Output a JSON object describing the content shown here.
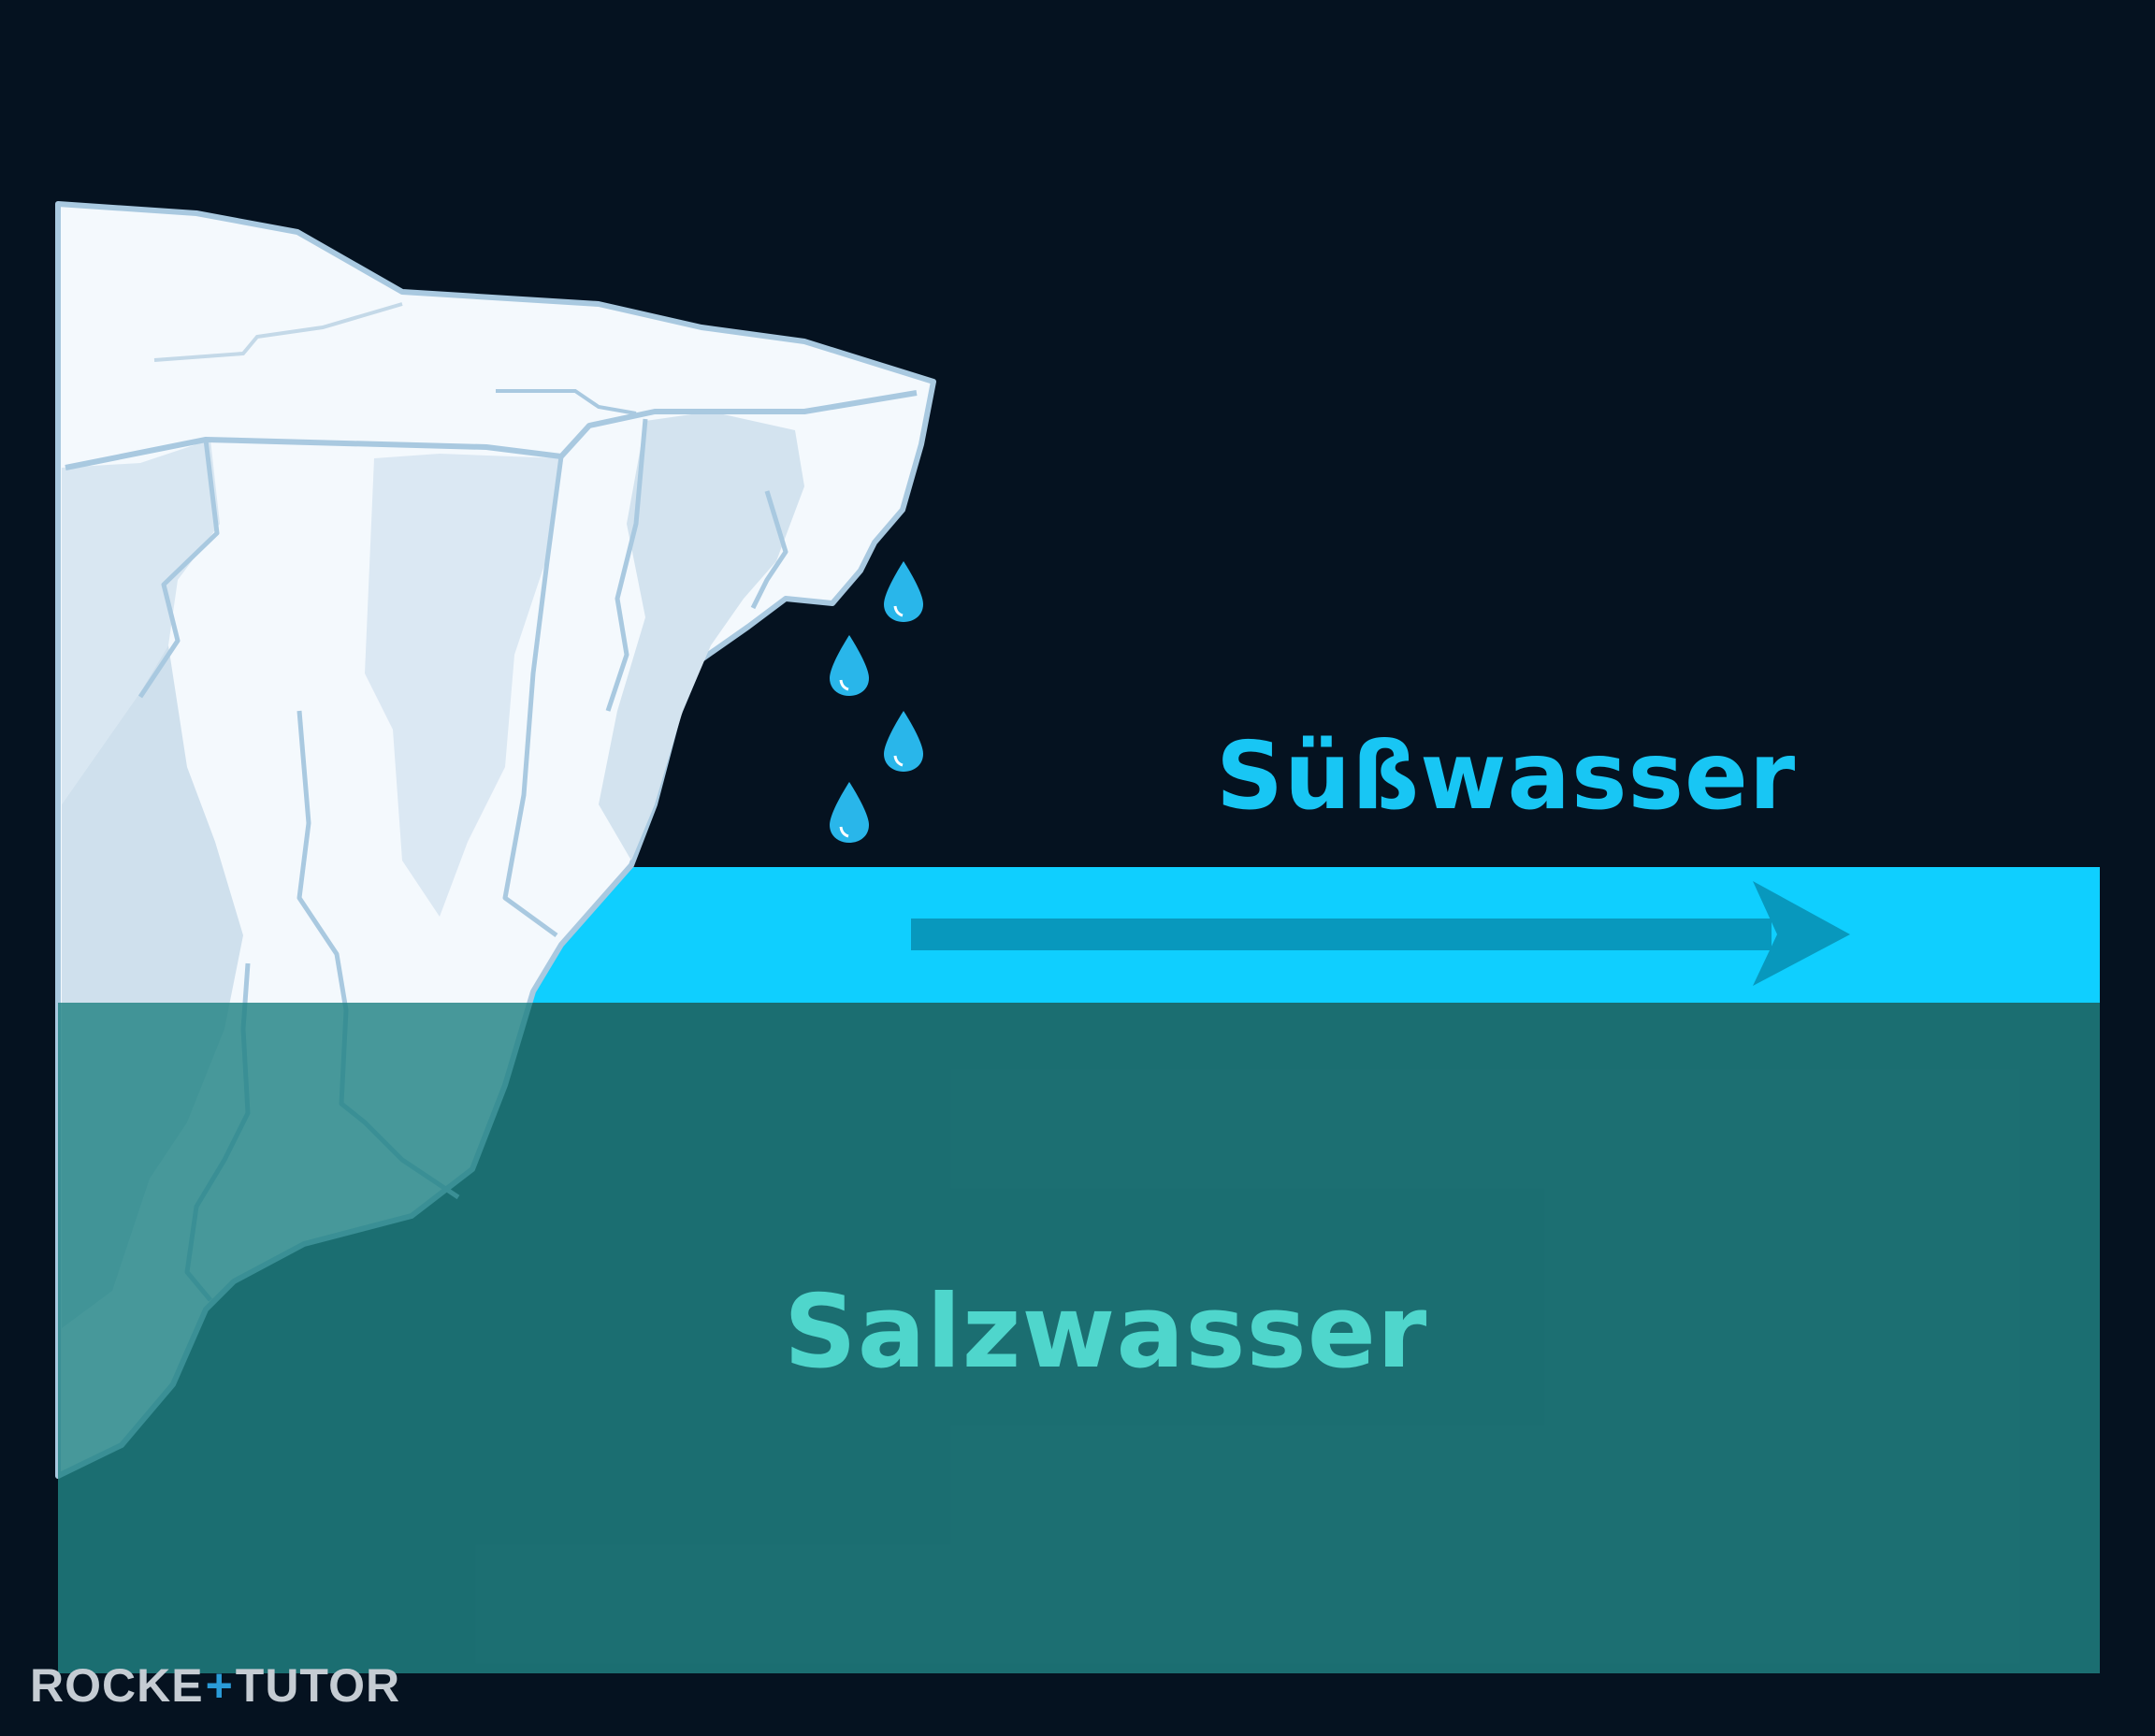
{
  "labels": {
    "freshwater": "Süßwasser",
    "saltwater": "Salzwasser"
  },
  "watermark": {
    "left": "ROCKE",
    "plus": "+",
    "right": "TUTOR"
  },
  "colors": {
    "background": "#051220",
    "freshwater_layer": "#0fcfff",
    "saltwater_body": "#218384",
    "flow_arrow": "#0898bd",
    "freshwater_text": "#18c6f4",
    "saltwater_text": "#4fd6cc",
    "ice_light": "#f4f9fd",
    "ice_shadow": "#cfe0ed",
    "ice_outline": "#a9c9e0",
    "droplet": "#29b6ea",
    "watermark_text": "#c5ccd3",
    "watermark_accent": "#2a9bd8"
  },
  "icons": {
    "droplets": "water-drop-icon",
    "arrow": "arrow-right-icon"
  }
}
